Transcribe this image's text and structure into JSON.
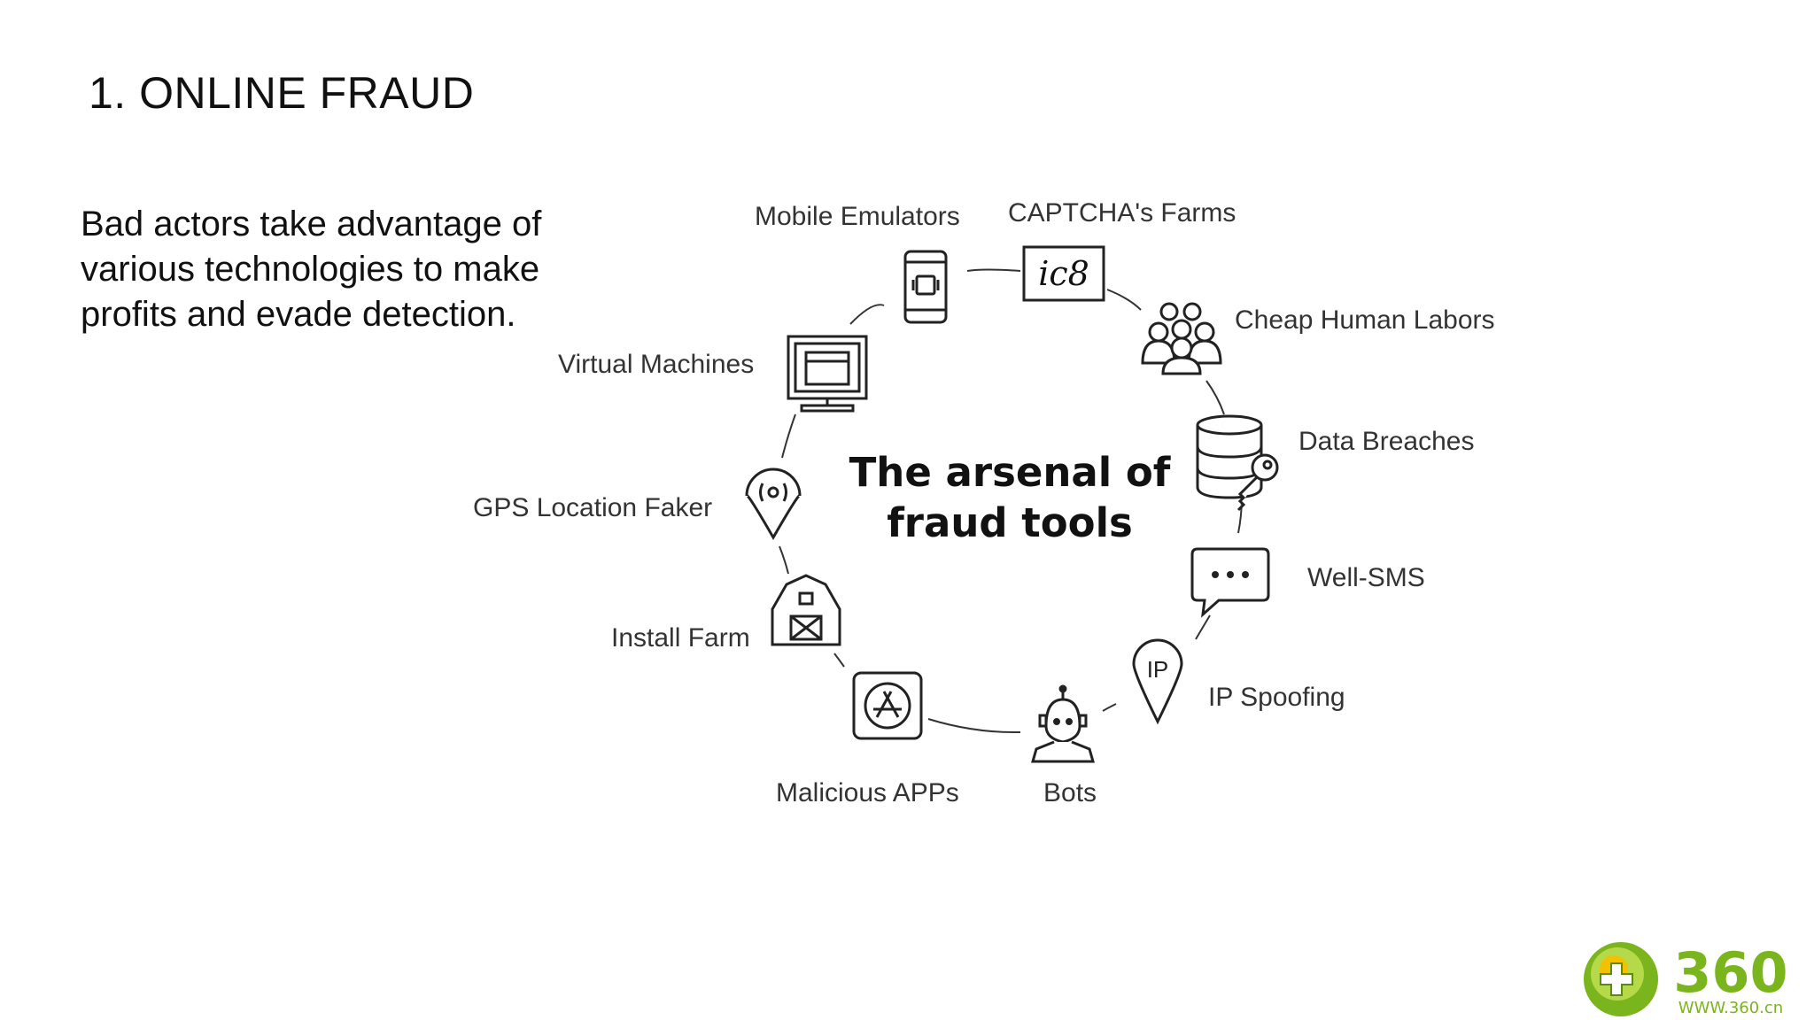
{
  "slide": {
    "title": "1. ONLINE FRAUD",
    "body": "Bad actors take advantage of various technologies to make profits and evade detection."
  },
  "diagram": {
    "center_line1": "The arsenal of",
    "center_line2": "fraud tools",
    "nodes": {
      "mobile_emulators": "Mobile Emulators",
      "captcha_farms": "CAPTCHA's Farms",
      "cheap_human_labors": "Cheap Human Labors",
      "data_breaches": "Data Breaches",
      "well_sms": "Well-SMS",
      "ip_spoofing": "IP Spoofing",
      "bots": "Bots",
      "malicious_apps": "Malicious APPs",
      "install_farm": "Install Farm",
      "gps_location_faker": "GPS Location Faker",
      "virtual_machines": "Virtual Machines"
    },
    "icon_text": {
      "captcha": "ic8",
      "ip": "IP"
    }
  },
  "logo": {
    "brand": "360",
    "url": "WWW.360.cn"
  },
  "colors": {
    "logo_green": "#7ab51d",
    "logo_yellow": "#f2c200",
    "icon_stroke": "#222222"
  }
}
